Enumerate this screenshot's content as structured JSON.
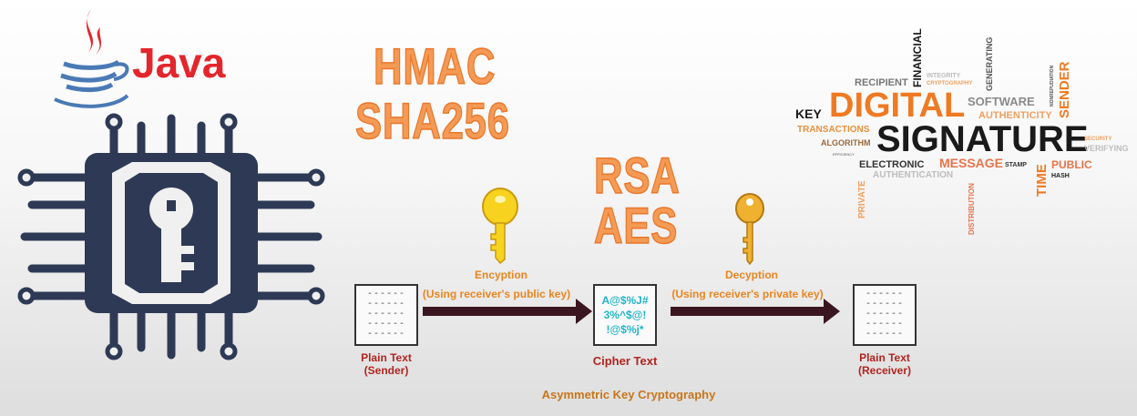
{
  "logo": {
    "java_text": "Java"
  },
  "headings": {
    "line1": "HMAC",
    "line2": "SHA256",
    "line3": "RSA",
    "line4": "AES"
  },
  "diagram": {
    "encryption_label": "Encyption",
    "encryption_note": "(Using receiver's public key)",
    "decryption_label": "Decyption",
    "decryption_note": "(Using receiver's private key)",
    "doc_lines": [
      "------",
      "------",
      "------",
      "------",
      "------"
    ],
    "cipher_lines": [
      "A@$%J#",
      "3%^$@!",
      "!@$%j*"
    ],
    "sender_caption": [
      "Plain Text",
      "(Sender)"
    ],
    "cipher_caption": "Cipher Text",
    "receiver_caption": [
      "Plain Text",
      "(Receiver)"
    ],
    "title": "Asymmetric Key Cryptography"
  },
  "wordcloud": {
    "financial": "FINANCIAL",
    "generating": "GENERATING",
    "nonrepudiation": "NONREPUDIATION",
    "sender": "SENDER",
    "recipient": "RECIPIENT",
    "integrity": "INTEGRITY",
    "cryptography": "CRYPTOGRAPHY",
    "digital": "DIGITAL",
    "software": "SOFTWARE",
    "authenticity": "AUTHENTICITY",
    "key": "KEY",
    "transactions": "TRANSACTIONS",
    "signature": "SIGNATURE",
    "algorithm": "ALGORITHM",
    "security": "SECURITY",
    "verifying": "VERIFYING",
    "efficiency": "EFFICIENCY",
    "electronic": "ELECTRONIC",
    "message": "MESSAGE",
    "stamp": "STAMP",
    "public": "PUBLIC",
    "time": "TIME",
    "hash": "HASH",
    "authentication": "AUTHENTICATION",
    "private": "PRIVATE",
    "distribution": "DISTRIBUTION"
  },
  "colors": {
    "chip": "#2e3a55",
    "java_red": "#e3262c",
    "orange": "#ef7a22",
    "cipher": "#22b5c9"
  }
}
